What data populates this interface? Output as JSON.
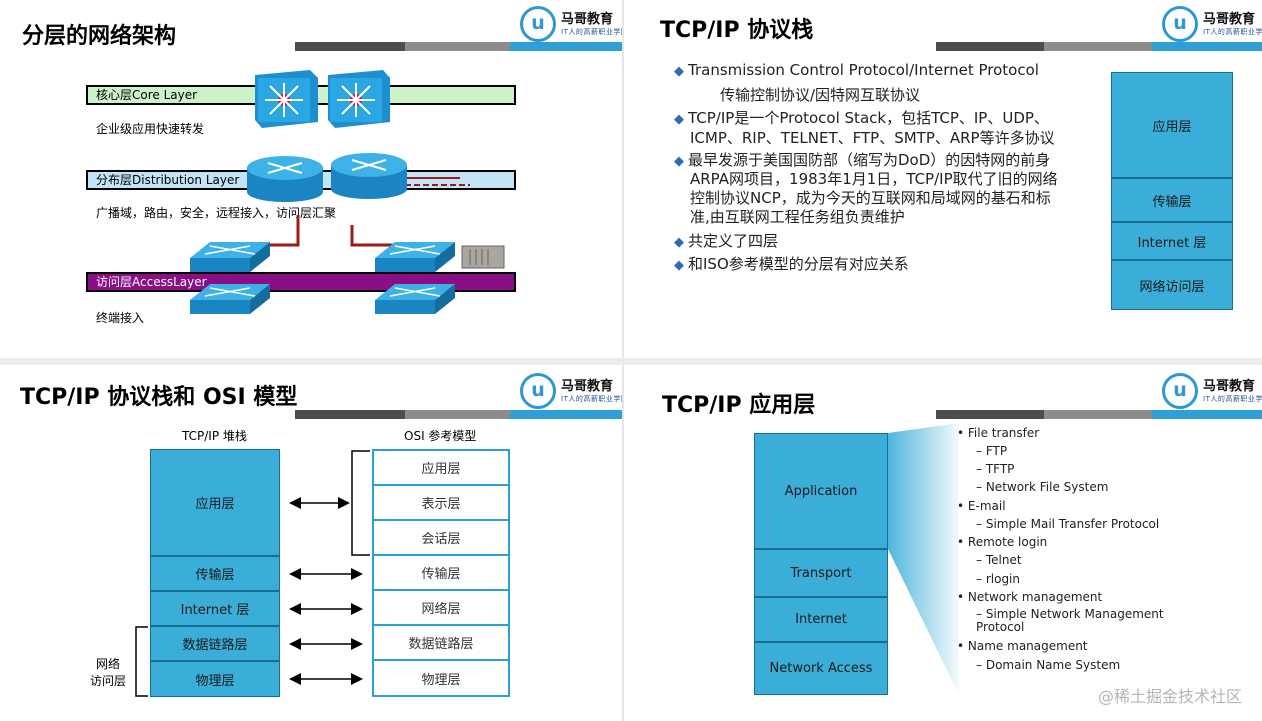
{
  "logo": {
    "brand": "马哥教育",
    "slogan": "IT人的高薪职业学院"
  },
  "slide1": {
    "title": "分层的网络架构",
    "layers": [
      {
        "label": "核心层Core Layer",
        "desc": "企业级应用快速转发"
      },
      {
        "label": "分布层Distribution Layer",
        "desc": "广播域，路由，安全，远程接入，访问层汇聚"
      },
      {
        "label": "访问层AccessLayer",
        "desc": "终端接入"
      }
    ]
  },
  "slide2": {
    "title": "TCP/IP 协议栈",
    "bullets": [
      {
        "lines": [
          "Transmission Control Protocol/Internet Protocol",
          "传输控制协议/因特网互联协议"
        ]
      },
      {
        "lines": [
          "TCP/IP是一个Protocol Stack，包括TCP、IP、UDP、",
          "ICMP、RIP、TELNET、FTP、SMTP、ARP等许多协议"
        ]
      },
      {
        "lines": [
          "最早发源于美国国防部（缩写为DoD）的因特网的前身",
          "ARPA网项目，1983年1月1日，TCP/IP取代了旧的网络",
          "控制协议NCP，成为今天的互联网和局域网的基石和标",
          "准,由互联网工程任务组负责维护"
        ]
      },
      {
        "lines": [
          "共定义了四层"
        ]
      },
      {
        "lines": [
          "和ISO参考模型的分层有对应关系"
        ]
      }
    ],
    "stack": [
      "应用层",
      "传输层",
      "Internet 层",
      "网络访问层"
    ]
  },
  "slide3": {
    "title": "TCP/IP 协议栈和 OSI 模型",
    "tcpip_heading": "TCP/IP 堆栈",
    "osi_heading": "OSI 参考模型",
    "tcpip_layers": [
      "应用层",
      "传输层",
      "Internet 层",
      "数据链路层",
      "物理层"
    ],
    "osi_layers": [
      "应用层",
      "表示层",
      "会话层",
      "传输层",
      "网络层",
      "数据链路层",
      "物理层"
    ],
    "side_label": [
      "网络",
      "访问层"
    ]
  },
  "slide4": {
    "title": "TCP/IP 应用层",
    "stack": [
      "Application",
      "Transport",
      "Internet",
      "Network Access"
    ],
    "items": [
      {
        "text": "File transfer",
        "subs": [
          "FTP",
          "TFTP",
          "Network File System"
        ]
      },
      {
        "text": "E-mail",
        "subs": [
          "Simple Mail Transfer Protocol"
        ]
      },
      {
        "text": "Remote login",
        "subs": [
          "Telnet",
          "rlogin"
        ]
      },
      {
        "text": "Network management",
        "subs": [
          "Simple Network Management Protocol"
        ]
      },
      {
        "text": "Name management",
        "subs": [
          "Domain Name System"
        ]
      }
    ]
  },
  "watermark": "@稀土掘金技术社区"
}
